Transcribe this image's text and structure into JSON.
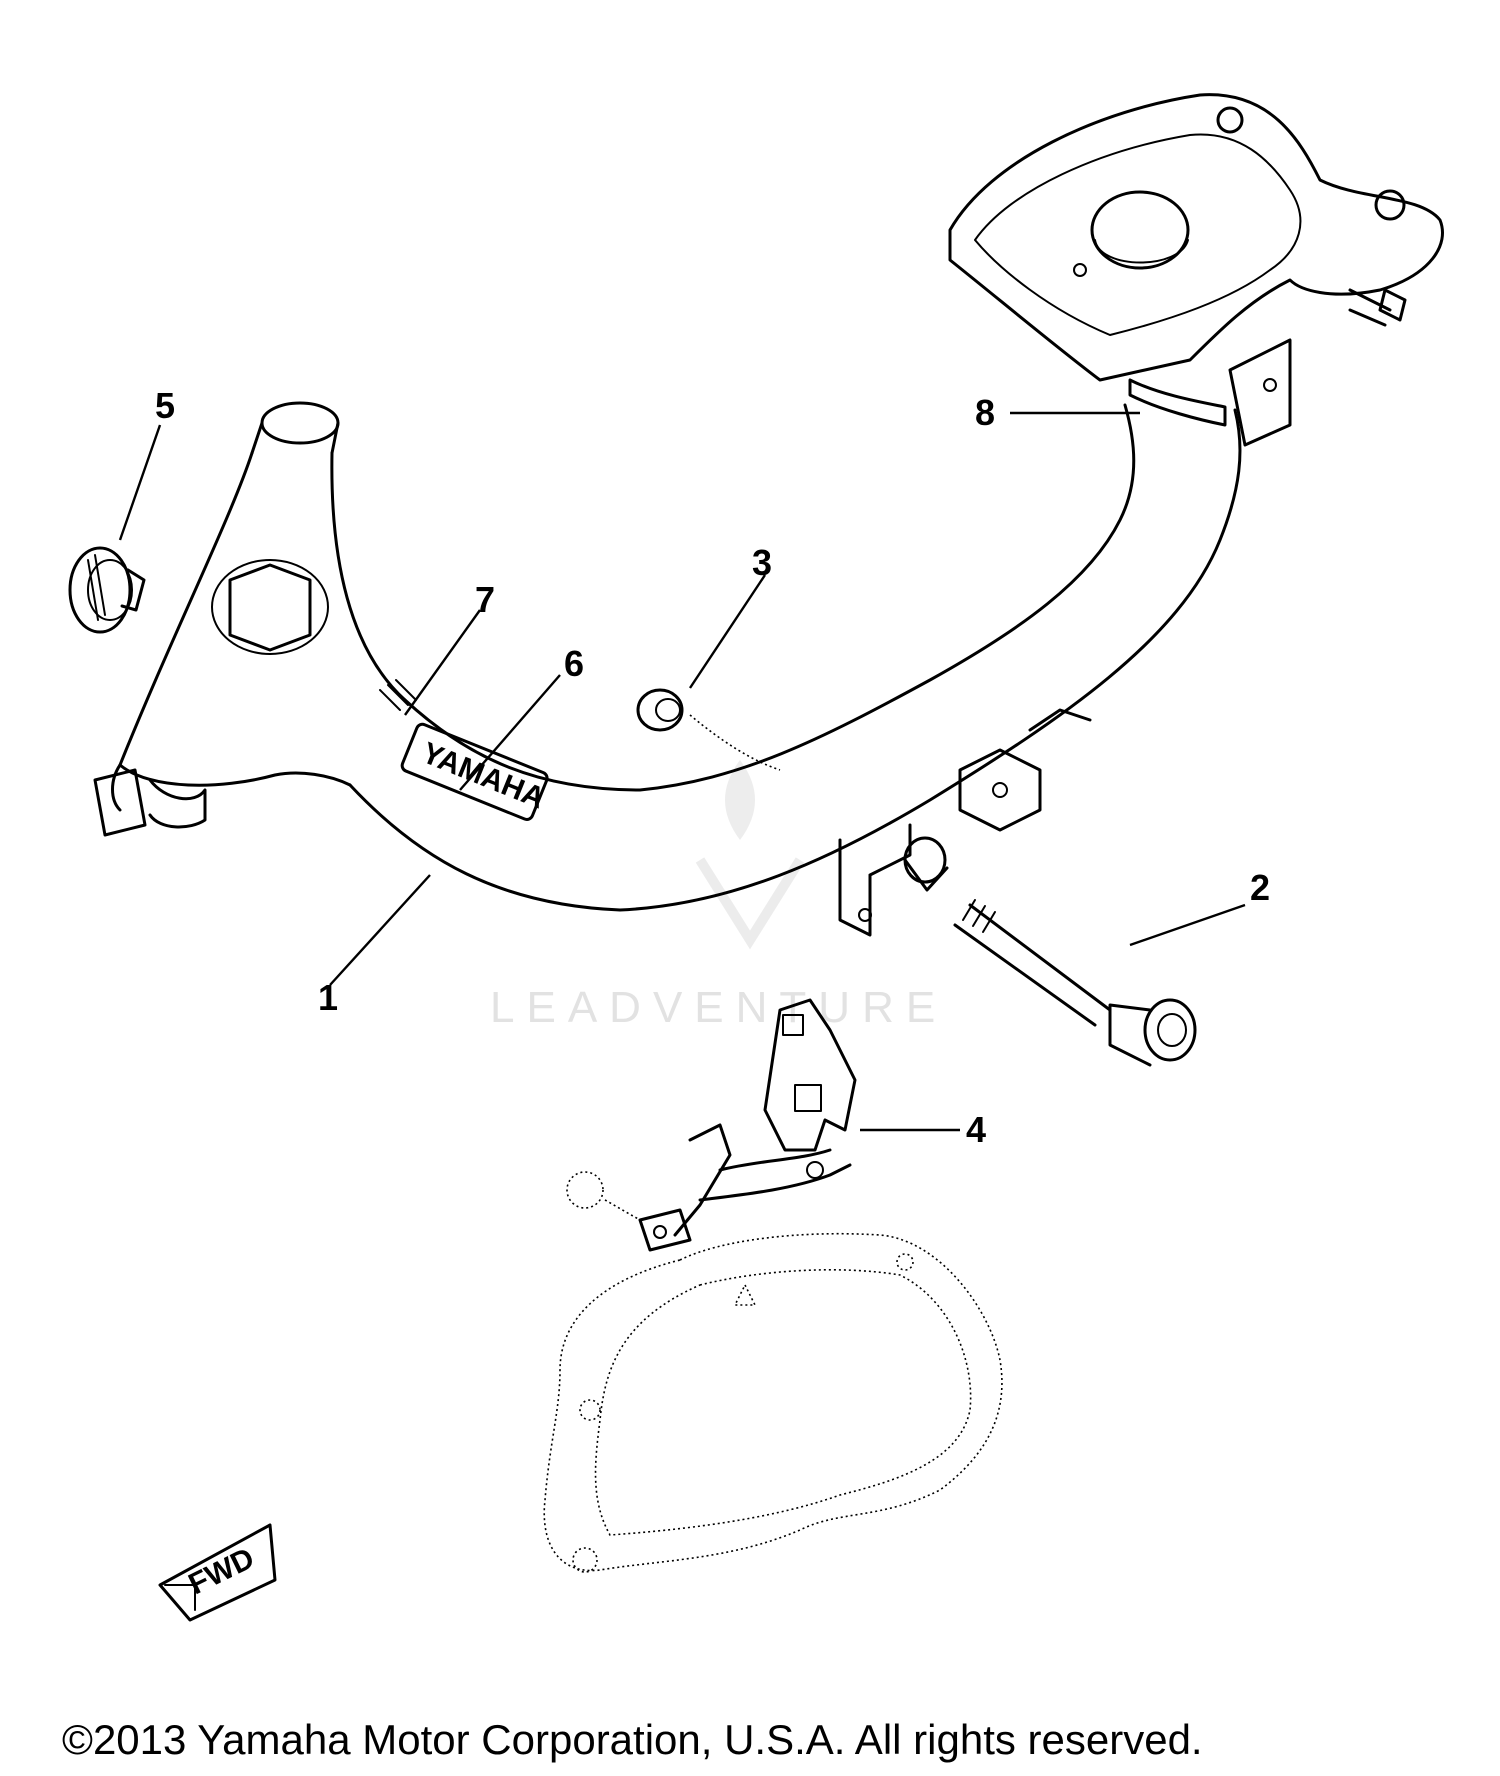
{
  "diagram": {
    "callouts": [
      {
        "id": "1",
        "label": "1"
      },
      {
        "id": "2",
        "label": "2"
      },
      {
        "id": "3",
        "label": "3"
      },
      {
        "id": "4",
        "label": "4"
      },
      {
        "id": "5",
        "label": "5"
      },
      {
        "id": "6",
        "label": "6"
      },
      {
        "id": "7",
        "label": "7"
      },
      {
        "id": "8",
        "label": "8"
      }
    ],
    "frame_brand": "YAMAHA",
    "fwd_label": "FWD",
    "watermark": "LEADVENTURE"
  },
  "footer": {
    "copyright": "©2013 Yamaha Motor Corporation, U.S.A. All rights reserved."
  },
  "colors": {
    "line": "#000000",
    "background": "#ffffff",
    "watermark": "#e2e2e2"
  }
}
